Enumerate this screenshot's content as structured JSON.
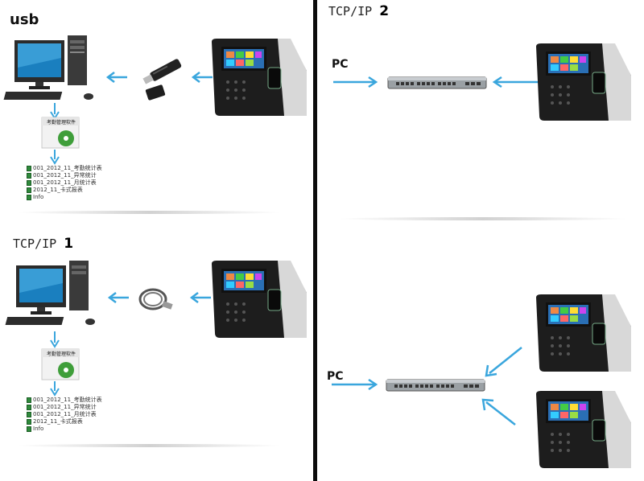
{
  "panels": {
    "usb": {
      "title": "usb"
    },
    "tcp1": {
      "title_text": "TCP/IP",
      "title_num": "1"
    },
    "tcp2": {
      "title_text": "TCP/IP",
      "title_num": "2"
    }
  },
  "labels": {
    "pc": "PC"
  },
  "software": {
    "name": "考勤管理软件"
  },
  "files": [
    "001_2012_11_考勤统计表",
    "001_2012_11_异常统计",
    "001_2012_11_月统计表",
    "2012_11_卡式报表",
    "Info"
  ],
  "colors": {
    "arrow": "#3aa6dd",
    "divider": "#0b0b0b"
  }
}
